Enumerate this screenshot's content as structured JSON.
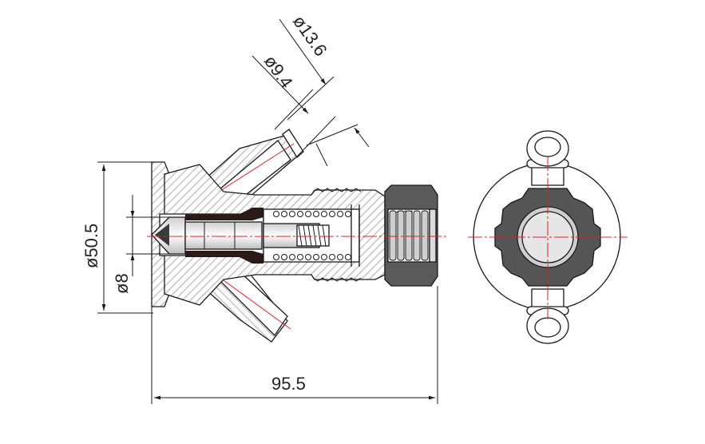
{
  "dimensions": {
    "d_13_6": "ø13.6",
    "d_9_4": "ø9.4",
    "d_50_5": "ø50.5",
    "d_8": "ø8",
    "length_95_5": "95.5"
  },
  "colors": {
    "hatch": "#9a9a9a",
    "dark_part": "#555555",
    "seal": "#2a1a18",
    "center_line": "#e0202a",
    "line": "#1a1a1a"
  }
}
